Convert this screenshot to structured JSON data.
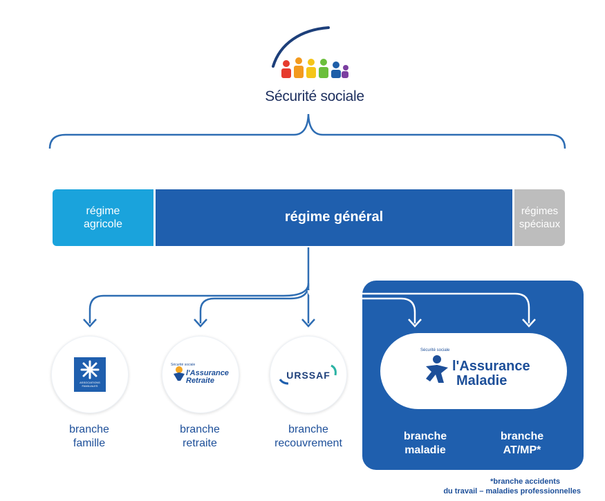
{
  "logo": {
    "title": "Sécurité sociale"
  },
  "bar": {
    "agricole": [
      "régime",
      "agricole"
    ],
    "general": "régime général",
    "speciaux": [
      "régimes",
      "spéciaux"
    ]
  },
  "logos": {
    "caf": [
      "ASSOCIATIONS",
      "FAMILIALES"
    ],
    "retraite_small": "Sécurité sociale",
    "retraite": [
      "l'Assurance",
      "Retraite"
    ],
    "urssaf": "URSSAF",
    "maladie_small": "Sécurité sociale",
    "maladie": [
      "l'Assurance",
      "Maladie"
    ]
  },
  "branches": {
    "famille": [
      "branche",
      "famille"
    ],
    "retraite": [
      "branche",
      "retraite"
    ],
    "recouvrement": [
      "branche",
      "recouvrement"
    ],
    "maladie": [
      "branche",
      "maladie"
    ],
    "atmp": [
      "branche",
      "AT/MP*"
    ]
  },
  "footnote": [
    "*branche accidents",
    "du travail – maladies professionnelles"
  ],
  "colors": {
    "brand": "#1f5fae",
    "agricole": "#1aa3dc",
    "speciaux": "#bdbdbd",
    "line": "#2e6db3",
    "dark_text": "#1d4f99"
  }
}
